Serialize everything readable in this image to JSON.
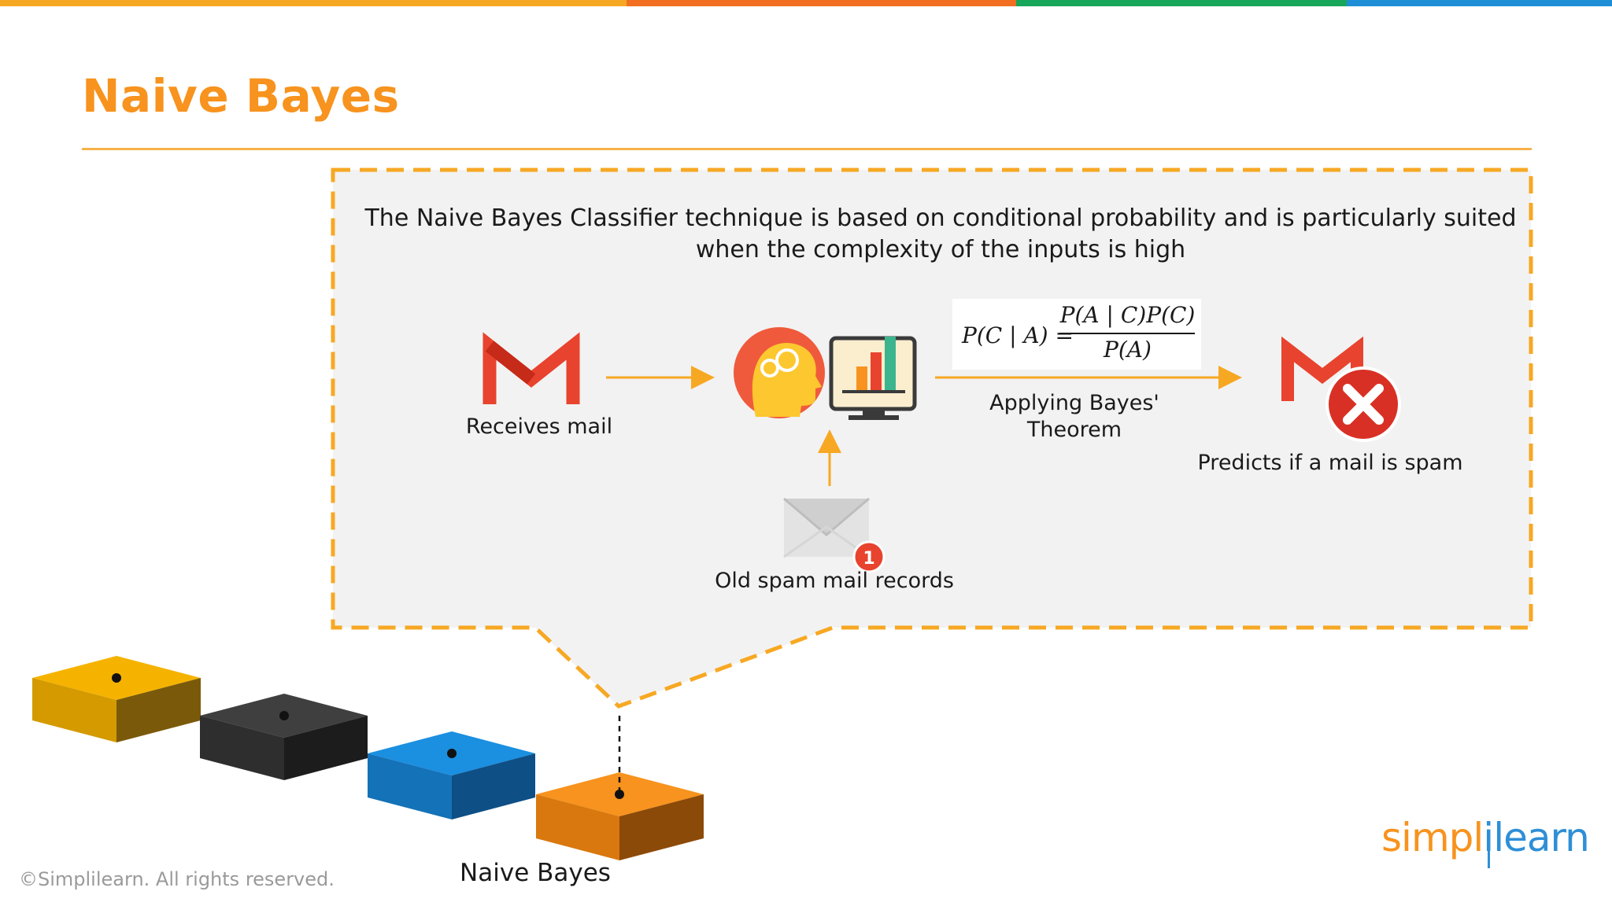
{
  "topbar": {
    "colors": [
      "#f7a823",
      "#f26f21",
      "#17a65a",
      "#1e8ed6"
    ]
  },
  "title": "Naive Bayes",
  "description": "The Naive Bayes Classifier technique is based on conditional probability and is particularly suited when the complexity of the inputs is high",
  "flow": {
    "receive_label": "Receives mail",
    "bayes_label": "Applying Bayes' Theorem",
    "predict_label": "Predicts if a mail is spam",
    "old_records_label": "Old spam mail records",
    "badge_count": "1"
  },
  "formula": {
    "lhs": "P(C | A) =",
    "numerator": "P(A | C)P(C)",
    "denominator": "P(A)"
  },
  "blocks": {
    "label": "Naive Bayes",
    "colors": [
      "#f5b300",
      "#3a3a3a",
      "#1b8fe0",
      "#f7931e"
    ]
  },
  "footer": {
    "copyright": "©Simplilearn. All rights reserved.",
    "brand_part1": "simpl",
    "brand_i": "i",
    "brand_part2": "learn"
  }
}
